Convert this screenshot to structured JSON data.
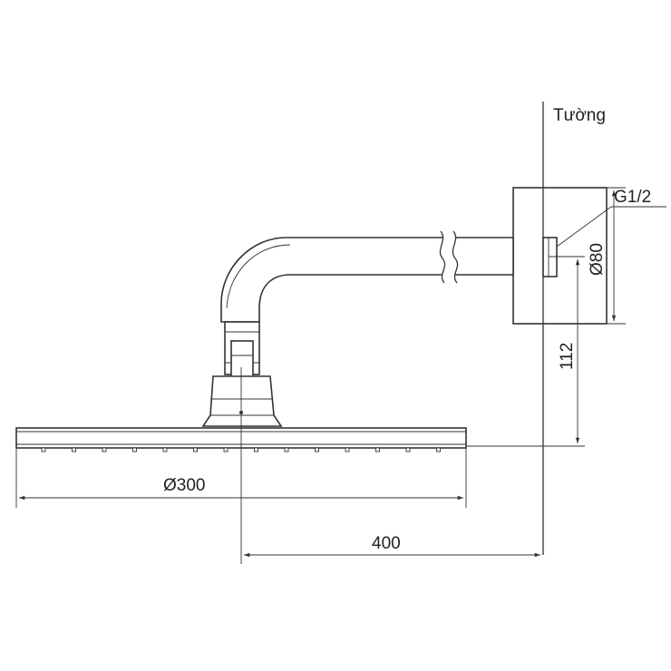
{
  "labels": {
    "wall": "Tường",
    "thread": "G1/2",
    "flange_diameter": "Ø80",
    "drop_height": "112",
    "head_diameter": "Ø300",
    "arm_reach": "400"
  },
  "colors": {
    "line": "#333333",
    "background": "#ffffff"
  }
}
